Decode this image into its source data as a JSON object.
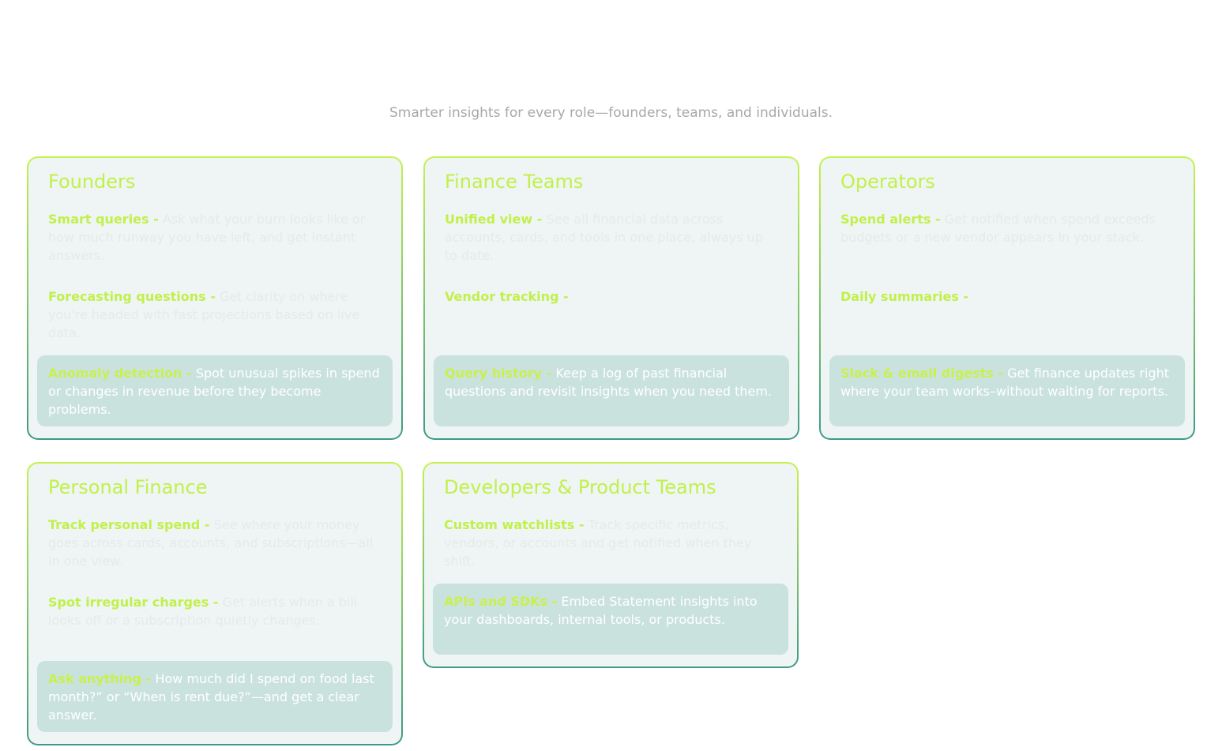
{
  "section": {
    "subtitle": "Smarter insights for every role—founders, teams, and individuals."
  },
  "cards": [
    {
      "title": "Founders",
      "features": [
        {
          "name": "Smart queries -",
          "desc": "Ask what your burn looks like or how much runway you have left, and get instant answers."
        },
        {
          "name": "Forecasting questions -",
          "desc": "Get clarity on where you're headed with fast projections based on live data."
        }
      ],
      "highlight": {
        "name": "Anomaly detection -",
        "desc": "Spot unusual spikes in spend or changes in revenue before they become problems."
      }
    },
    {
      "title": "Finance Teams",
      "features": [
        {
          "name": "Unified view -",
          "desc": "See all financial data across accounts, cards, and tools in one place, always up to date."
        },
        {
          "name": "Vendor tracking -",
          "desc": ""
        }
      ],
      "highlight": {
        "name": "Query history -",
        "desc": "Keep a log of past financial questions and revisit insights when you need them."
      }
    },
    {
      "title": "Operators",
      "features": [
        {
          "name": "Spend alerts -",
          "desc": "Get notified when spend exceeds budgets or a new vendor appears in your stack."
        },
        {
          "name": "Daily summaries -",
          "desc": ""
        }
      ],
      "highlight": {
        "name": "Slack & email digests -",
        "desc": "Get finance updates right where your team works–without waiting for reports."
      }
    },
    {
      "title": "Personal Finance",
      "features": [
        {
          "name": "Track personal spend -",
          "desc": "See where your money goes across cards, accounts, and subscriptions—all in one view."
        },
        {
          "name": "Spot irregular charges -",
          "desc": "Get alerts when a bill looks off or a subscription quietly changes."
        }
      ],
      "highlight": {
        "name": "Ask anything -",
        "desc": "How much did I spend on food last month?” or “When is rent due?”—and get a clear answer."
      }
    },
    {
      "title": "Developers & Product Teams",
      "features": [
        {
          "name": "Custom watchlists -",
          "desc": "Track specific metrics, vendors, or accounts and get notified when they shift."
        }
      ],
      "highlight": {
        "name": "APIs and SDKs -",
        "desc": "Embed Statement insights into your dashboards, internal tools, or products."
      }
    }
  ],
  "colors": {
    "accent": "#c2f04a",
    "card_bg": "#eef5f4",
    "highlight_bg": "#cae2dd",
    "border_bottom": "#3f9a87"
  }
}
